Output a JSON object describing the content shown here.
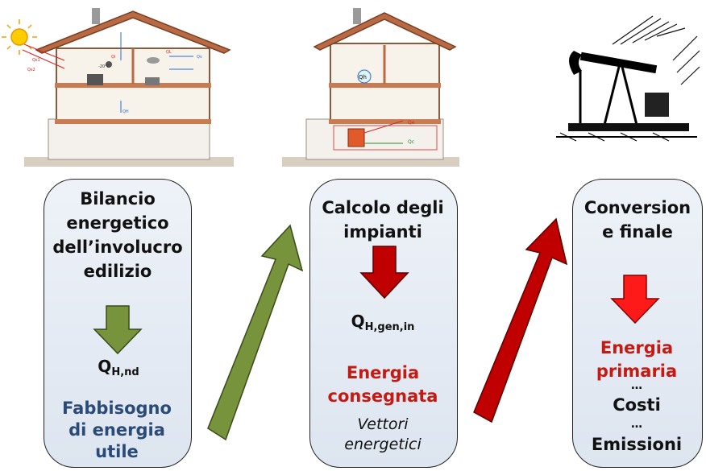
{
  "stage1": {
    "title": "Bilancio energetico dell’involucro edilizio",
    "symbol_main": "Q",
    "symbol_sub": "H,nd",
    "result": "Fabbisogno di energia utile",
    "house_labels": [
      "Qs1",
      "Qs2",
      "Qi",
      "-20°C",
      "QL",
      "Qv",
      "QH"
    ]
  },
  "stage2": {
    "title": "Calcolo degli impianti",
    "symbol_main": "Q",
    "symbol_sub": "H,gen,in",
    "result": "Energia consegnata",
    "note": "Vettori energetici",
    "house_labels": [
      "Qh",
      "Qe",
      "Qc"
    ]
  },
  "stage3": {
    "title": "Conversion e finale",
    "result": "Energia primaria",
    "ellipsis1": "…",
    "costs": "Costi",
    "ellipsis2": "…",
    "emissions": "Emissioni"
  },
  "colors": {
    "green_arrow": "#77933c",
    "dark_red_arrow": "#c00000",
    "bright_red_arrow": "#ff1a1a",
    "result_blue": "#2a4a78",
    "result_red": "#c41a12",
    "box_fill": "#e6ecf5"
  }
}
